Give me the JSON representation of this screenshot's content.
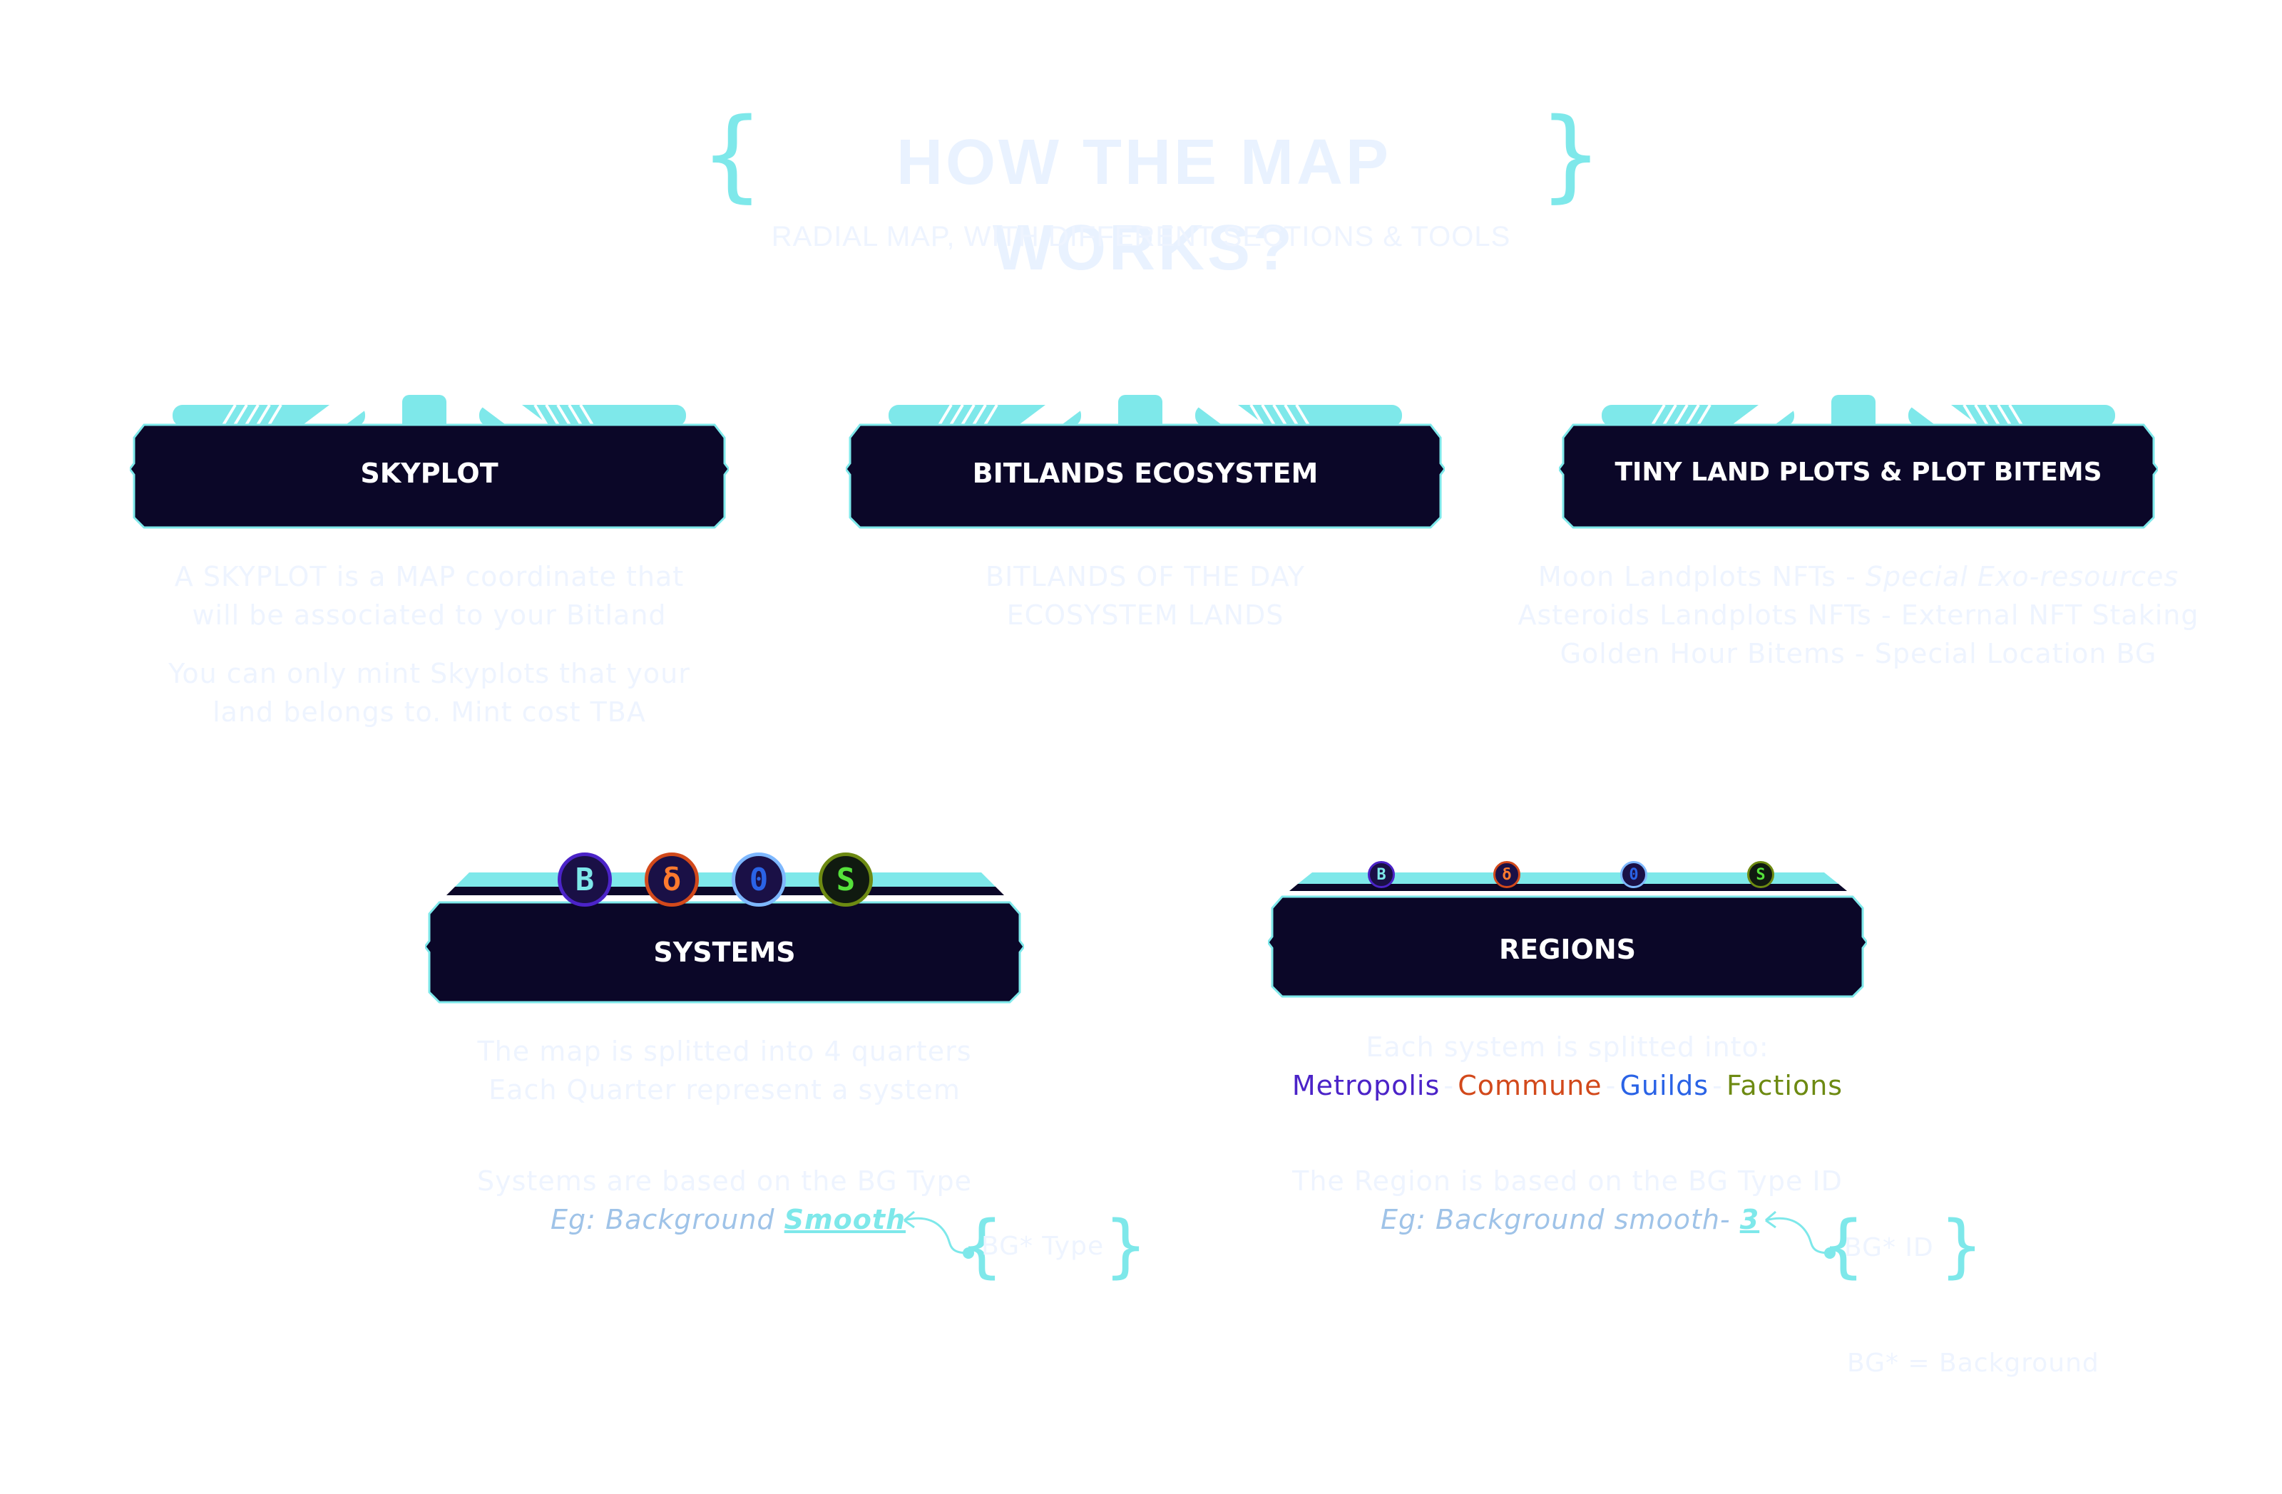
{
  "header": {
    "title": "HOW THE MAP WORKS?",
    "subtitle": "RADIAL MAP, WITH DIFFERENT SECTIONS & TOOLS"
  },
  "cards": {
    "skyplot": {
      "title": "SKYPLOT",
      "desc_lines": [
        "A SKYPLOT is a MAP coordinate that",
        "will be associated to your Bitland",
        "You can only mint Skyplots that your",
        "land belongs to. Mint cost TBA"
      ]
    },
    "ecosystem": {
      "title": "BITLANDS ECOSYSTEM",
      "desc_lines": [
        "BITLANDS OF THE DAY",
        "ECOSYSTEM LANDS"
      ]
    },
    "tiny": {
      "title": "TINY LAND PLOTS & PLOT BITEMS",
      "line1_a": "Moon Landplots NFTs - ",
      "line1_b": "Special Exo-resources",
      "line2": "Asteroids Landplots NFTs - External NFT Staking",
      "line3": "Golden Hour Bitems - Special Location BG"
    },
    "systems": {
      "title": "SYSTEMS",
      "desc_lines": [
        "The map is splitted into 4 quarters",
        "Each Quarter represent a system"
      ],
      "based_on": "Systems are based on the BG Type",
      "eg_prefix": "Eg: Background ",
      "eg_highlight": "Smooth",
      "annotation": "BG* Type"
    },
    "regions": {
      "title": "REGIONS",
      "intro": "Each system is splitted into:",
      "types": [
        "Metropolis",
        "Commune",
        "Guilds",
        "Factions"
      ],
      "separator": "-",
      "based_on": "The Region is based on the BG Type ID",
      "eg_prefix": "Eg: Background smooth- ",
      "eg_highlight": "3",
      "annotation": "BG* ID"
    }
  },
  "badges": [
    {
      "glyph": "B",
      "name": "metropolis"
    },
    {
      "glyph": "ẟ",
      "name": "commune"
    },
    {
      "glyph": "0",
      "name": "guilds"
    },
    {
      "glyph": "S",
      "name": "factions"
    }
  ],
  "footnote": "BG* = Background",
  "colors": {
    "card_bg": "#0b0728",
    "accent": "#7ee8ea",
    "metropolis": "#4b23c8",
    "commune": "#d2491b",
    "guilds": "#2a63e6",
    "factions": "#6d8a12"
  }
}
